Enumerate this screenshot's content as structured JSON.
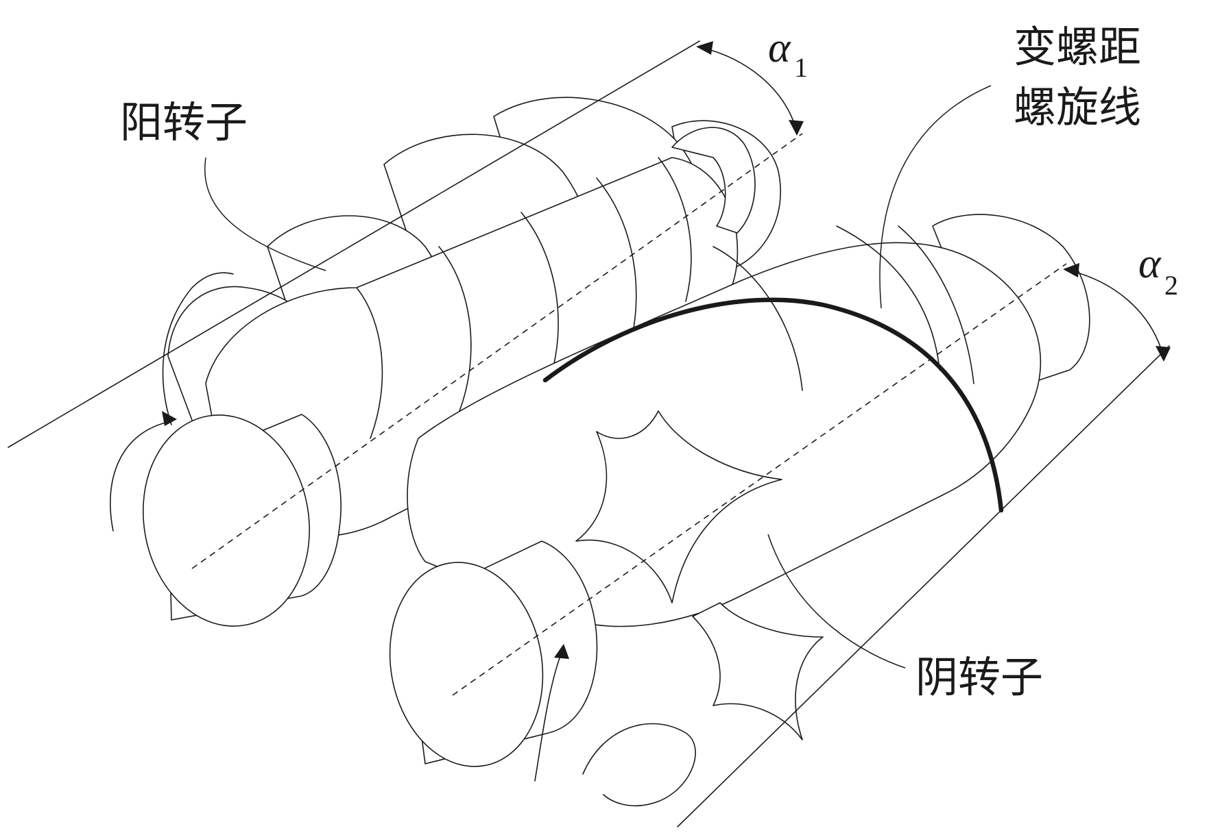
{
  "labels": {
    "male_rotor": "阳转子",
    "female_rotor": "阴转子",
    "variable_pitch_line1": "变螺距",
    "variable_pitch_line2": "螺旋线",
    "alpha1_symbol": "α",
    "alpha1_subscript": "1",
    "alpha2_symbol": "α",
    "alpha2_subscript": "2"
  }
}
